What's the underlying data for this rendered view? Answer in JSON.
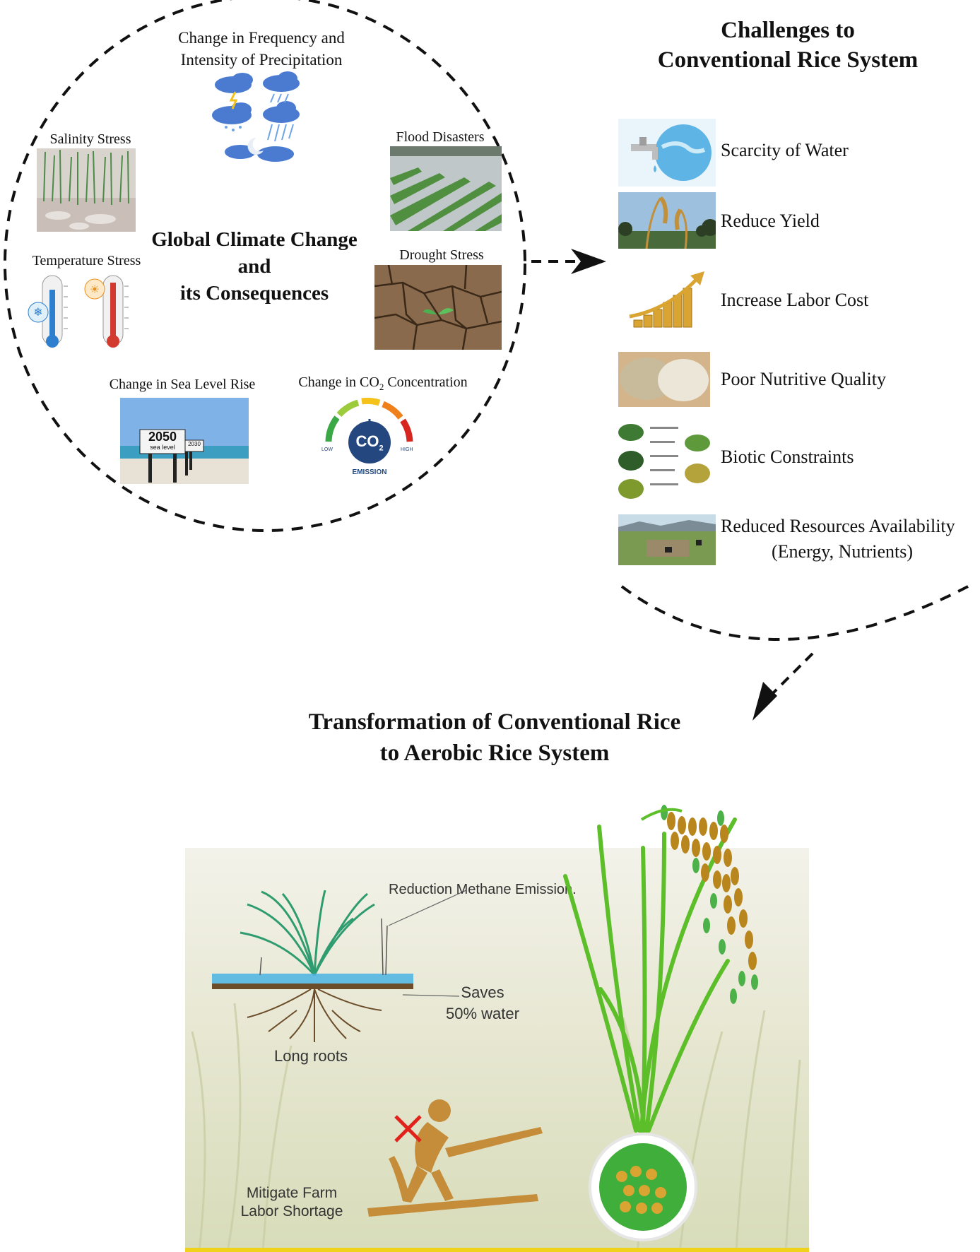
{
  "climate": {
    "center_title_line1": "Global Climate Change",
    "center_title_line2": "and",
    "center_title_line3": "its Consequences",
    "precip_line1": "Change in Frequency and",
    "precip_line2": "Intensity of Precipitation",
    "salinity": "Salinity Stress",
    "flood": "Flood Disasters",
    "temperature": "Temperature Stress",
    "drought": "Drought  Stress",
    "sea_level": "Change in Sea Level Rise",
    "co2_prefix": "Change in CO",
    "co2_sub": "2",
    "co2_suffix": " Concentration",
    "sea_sign_big": "2050",
    "sea_sign_sub": "sea level",
    "sea_sign_small": "2030",
    "gauge_center": "CO",
    "gauge_center_sub": "2",
    "gauge_low": "LOW",
    "gauge_high": "HIGH",
    "gauge_emission": "EMISSION"
  },
  "challenges": {
    "title_line1": "Challenges to",
    "title_line2": "Conventional Rice System",
    "items": [
      {
        "label": "Scarcity of Water"
      },
      {
        "label": "Reduce Yield"
      },
      {
        "label": "Increase Labor Cost"
      },
      {
        "label": "Poor Nutritive Quality"
      },
      {
        "label": "Biotic Constraints"
      },
      {
        "label": "Reduced Resources Availability",
        "label2": "(Energy, Nutrients)"
      }
    ]
  },
  "transformation": {
    "title_line1": "Transformation of Conventional Rice",
    "title_line2": "to Aerobic Rice System",
    "methane": "Reduction Methane Emission.",
    "saves_line1": "Saves",
    "saves_line2": "50% water",
    "roots": "Long roots",
    "labor_line1": "Mitigate Farm",
    "labor_line2": "Labor Shortage"
  },
  "colors": {
    "rice_green": "#3fae3a",
    "grain_brown": "#b8861d",
    "water_blue": "#3da5d9",
    "dash": "#111111"
  }
}
